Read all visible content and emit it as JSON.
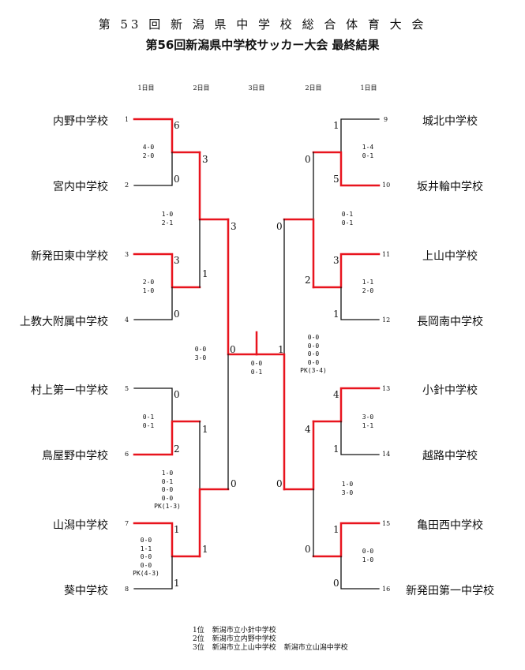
{
  "header": {
    "title": "第 53 回 新 潟 県 中 学 校 総 合 体 育 大 会",
    "subtitle": "第56回新潟県中学校サッカー大会 最終結果"
  },
  "rounds": [
    "1日目",
    "2日目",
    "3日目",
    "2日目",
    "1日目"
  ],
  "teams_left": [
    {
      "seed": "1",
      "name": "内野中学校"
    },
    {
      "seed": "2",
      "name": "宮内中学校"
    },
    {
      "seed": "3",
      "name": "新発田東中学校"
    },
    {
      "seed": "4",
      "name": "上教大附属中学校"
    },
    {
      "seed": "5",
      "name": "村上第一中学校"
    },
    {
      "seed": "6",
      "name": "鳥屋野中学校"
    },
    {
      "seed": "7",
      "name": "山潟中学校"
    },
    {
      "seed": "8",
      "name": "葵中学校"
    }
  ],
  "teams_right": [
    {
      "seed": "9",
      "name": "城北中学校"
    },
    {
      "seed": "10",
      "name": "坂井輪中学校"
    },
    {
      "seed": "11",
      "name": "上山中学校"
    },
    {
      "seed": "12",
      "name": "長岡南中学校"
    },
    {
      "seed": "13",
      "name": "小針中学校"
    },
    {
      "seed": "14",
      "name": "越路中学校"
    },
    {
      "seed": "15",
      "name": "亀田西中学校"
    },
    {
      "seed": "16",
      "name": "新発田第一中学校"
    }
  ],
  "scores": {
    "l1": [
      "6",
      "0",
      "3",
      "0",
      "0",
      "2",
      "1",
      "1"
    ],
    "l2": [
      "3",
      "1",
      "1",
      "1"
    ],
    "l3": [
      "3",
      "0"
    ],
    "final_left": "0",
    "final_right": "1",
    "r3": [
      "0",
      "0"
    ],
    "r2": [
      "0",
      "2",
      "4",
      "0"
    ],
    "r1": [
      "1",
      "5",
      "3",
      "1",
      "4",
      "1",
      "1",
      "0"
    ]
  },
  "details": {
    "l1a": [
      "4-0",
      "2-0"
    ],
    "l1b": [
      "2-0",
      "1-0"
    ],
    "l1c": [
      "0-1",
      "0-1"
    ],
    "l1d": [
      "0-0",
      "1-1",
      "0-0",
      "0-0",
      "PK(4-3)"
    ],
    "l2a": [
      "1-0",
      "2-1"
    ],
    "l2b": [
      "1-0",
      "0-1",
      "0-0",
      "0-0",
      "PK(1-3)"
    ],
    "l3": [
      "0-0",
      "3-0"
    ],
    "final": [
      "0-0",
      "0-1"
    ],
    "r3": [
      "0-0",
      "0-0",
      "0-0",
      "0-0",
      "PK(3-4)"
    ],
    "r2a": [
      "0-1",
      "0-1"
    ],
    "r2b": [
      "1-0",
      "3-0"
    ],
    "r1a": [
      "1-4",
      "0-1"
    ],
    "r1b": [
      "1-1",
      "2-0"
    ],
    "r1c": [
      "3-0",
      "1-1"
    ],
    "r1d": [
      "0-0",
      "1-0"
    ]
  },
  "results": {
    "first_label": "1位",
    "first": "新潟市立小針中学校",
    "second_label": "2位",
    "second": "新潟市立内野中学校",
    "third_label": "3位",
    "third_a": "新潟市立上山中学校",
    "third_b": "新潟市立山潟中学校"
  },
  "colors": {
    "win": "#e8141e",
    "line": "#111111"
  }
}
